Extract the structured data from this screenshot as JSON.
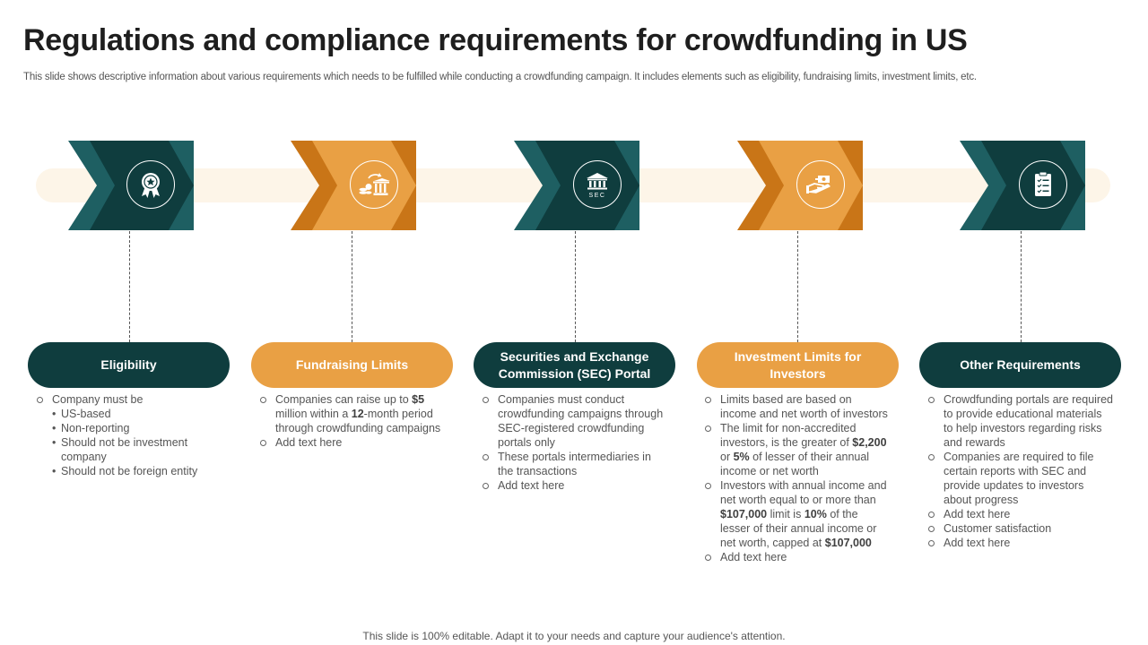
{
  "page": {
    "title": "Regulations and compliance requirements for crowdfunding in US",
    "subtitle": "This slide shows descriptive information about various requirements which needs to be fulfilled while conducting a crowdfunding campaign. It includes elements such as eligibility, fundraising limits, investment limits, etc.",
    "footer": "This slide is 100% editable. Adapt it to your needs and capture your audience's attention."
  },
  "colors": {
    "dark_teal": "#0f3d3e",
    "dark_teal_shade": "#1e5f62",
    "orange": "#e9a044",
    "orange_shade": "#c97517",
    "band": "#fdf5e8"
  },
  "steps": [
    {
      "heading": "Eligibility",
      "icon": "award-badge-icon",
      "items": [
        {
          "text": "Company must be",
          "sub": [
            "US-based",
            "Non-reporting",
            "Should not be investment company",
            "Should not be foreign entity"
          ]
        }
      ]
    },
    {
      "heading": "Fundraising Limits",
      "icon": "bank-money-icon",
      "items": [
        {
          "parts": [
            "Companies can raise up to ",
            "$5",
            " million within a ",
            "12",
            "-month period through crowdfunding campaigns"
          ]
        },
        {
          "text": "Add text here"
        }
      ]
    },
    {
      "heading": "Securities and Exchange Commission (SEC) Portal",
      "icon": "sec-building-icon",
      "icon_label": "SEC",
      "items": [
        {
          "text": "Companies must conduct crowdfunding campaigns through SEC-registered crowdfunding portals only"
        },
        {
          "text": "These portals intermediaries in the transactions"
        },
        {
          "text": "Add text here"
        }
      ]
    },
    {
      "heading": "Investment Limits for Investors",
      "icon": "hand-money-icon",
      "items": [
        {
          "text": "Limits based are based on income and net worth of investors"
        },
        {
          "parts": [
            "The limit for non-accredited investors, is the greater of ",
            "$2,200",
            " or ",
            "5%",
            " of lesser of their annual income or net worth"
          ]
        },
        {
          "parts": [
            "Investors with annual income and net worth equal to or more than ",
            "$107,000",
            " limit is ",
            "10%",
            " of the lesser of their annual income or net worth, capped at ",
            "$107,000",
            ""
          ]
        },
        {
          "text": "Add text here"
        }
      ]
    },
    {
      "heading": "Other Requirements",
      "icon": "checklist-clipboard-icon",
      "items": [
        {
          "text": "Crowdfunding portals are required to provide educational materials to help investors regarding risks and rewards"
        },
        {
          "text": "Companies are required to file certain reports with SEC and provide updates to investors about progress"
        },
        {
          "text": "Add text here"
        },
        {
          "text": "Customer satisfaction"
        },
        {
          "text": "Add text here"
        }
      ]
    }
  ]
}
